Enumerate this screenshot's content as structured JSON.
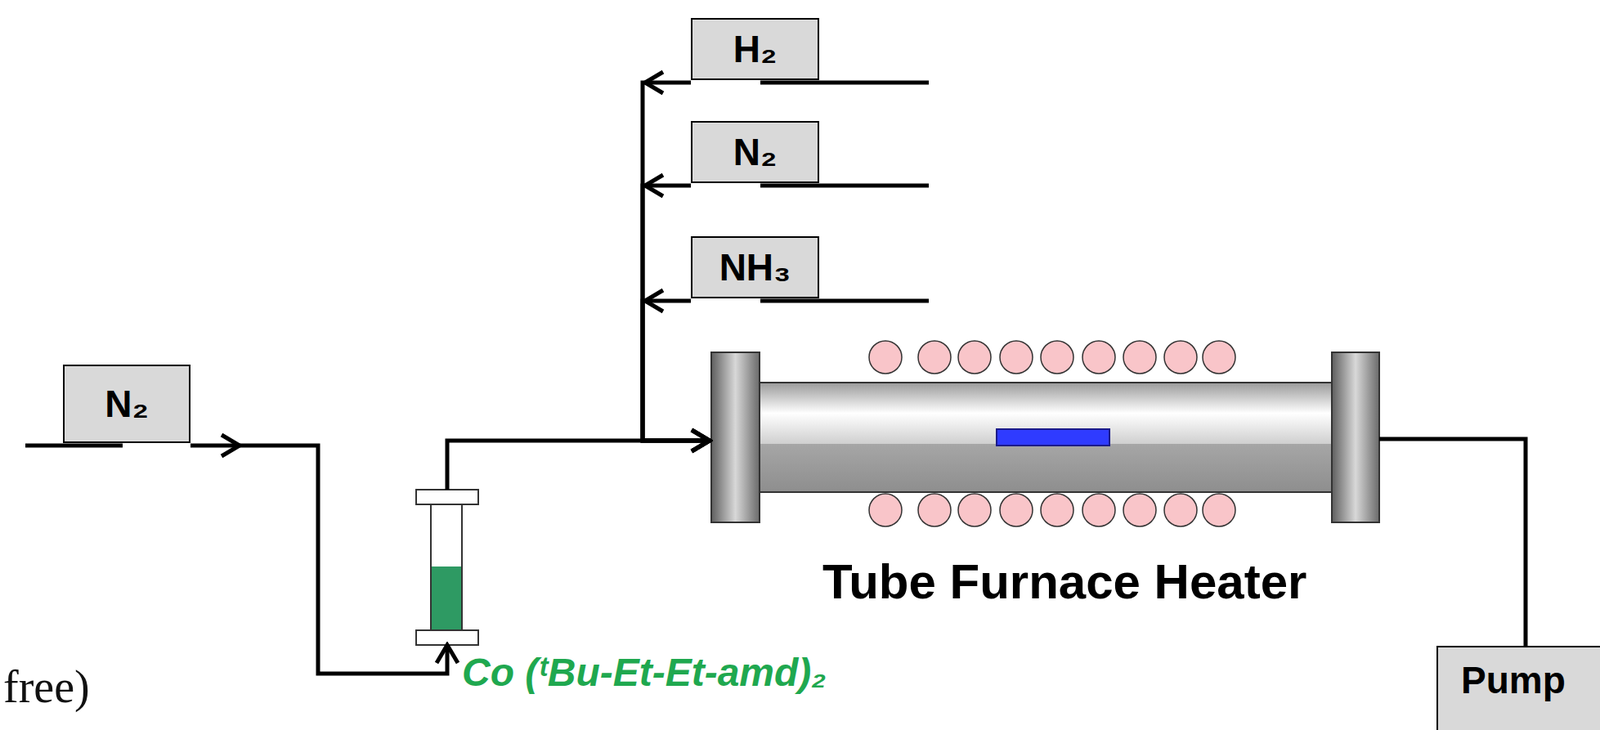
{
  "diagram": {
    "nodes": [
      {
        "text": [
          "H₂"
        ]
      },
      {
        "text": [
          "N₂"
        ]
      },
      {
        "text": [
          "NH₃"
        ]
      },
      {
        "text": [
          "N₂"
        ]
      },
      {
        "text": [
          "Co (ᵗBu-Et-Et-amd)₂"
        ]
      },
      {
        "text": [
          "Tube Furnace Heater"
        ]
      },
      {
        "text": [
          "Pump"
        ]
      }
    ],
    "edges": [
      {
        "from": 3,
        "to": 4,
        "arrow": "to"
      },
      {
        "from": 4,
        "to": 5,
        "arrow": "to"
      },
      {
        "from": 0,
        "to": 5,
        "arrow": "to"
      },
      {
        "from": 1,
        "to": 5,
        "arrow": "to"
      },
      {
        "from": 2,
        "to": 5,
        "arrow": "to"
      },
      {
        "from": 5,
        "to": 6,
        "arrow": "none"
      }
    ],
    "labels": [
      "free)"
    ]
  }
}
